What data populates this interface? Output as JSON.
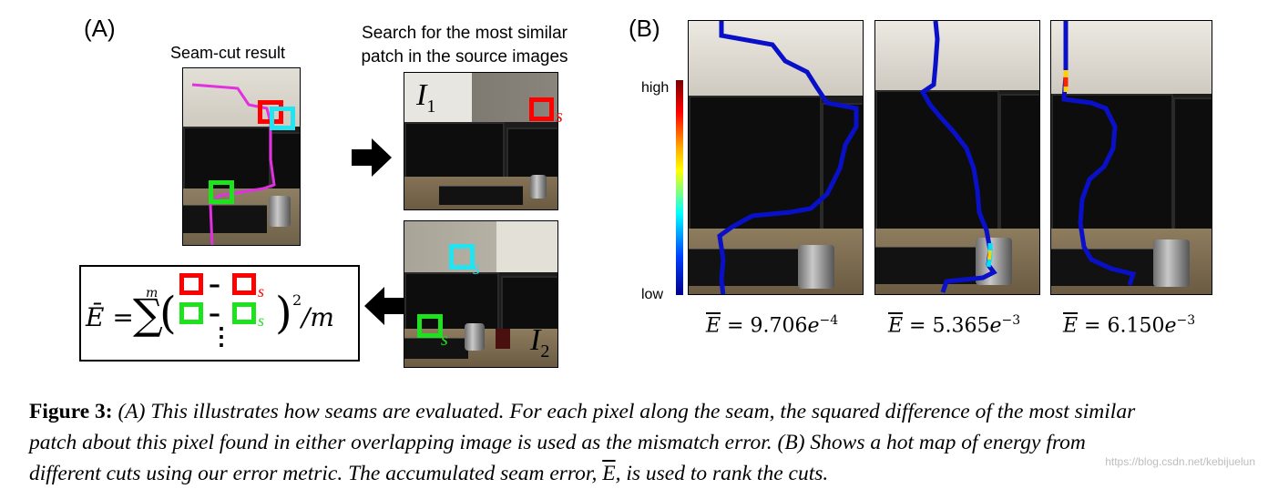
{
  "panelA": {
    "label": "(A)",
    "seam_cut_label": "Seam-cut result",
    "search_label_line1": "Search for  the most similar",
    "search_label_line2": "patch in the source images",
    "image1_label": "I",
    "image1_sub": "1",
    "image2_label": "I",
    "image2_sub": "2",
    "patch_subscript": "s",
    "formula": {
      "lhs": "Ē = ",
      "sum": "∑",
      "sum_top": "m",
      "open": "(",
      "close": ")",
      "minus": "–",
      "power": "2",
      "divide": "/m",
      "ellipsis": "⋮"
    },
    "colors": {
      "red": "#ff0000",
      "cyan": "#22e3f0",
      "green": "#1fe21f",
      "magenta": "#e030e0"
    }
  },
  "panelB": {
    "label": "(B)",
    "colorbar_high": "high",
    "colorbar_low": "low",
    "energies": [
      {
        "base": "9.706",
        "exp": "−4"
      },
      {
        "base": "5.365",
        "exp": "−3"
      },
      {
        "base": "6.150",
        "exp": "−3"
      }
    ],
    "seam_color": "#0a10c8"
  },
  "caption": {
    "bold": "Figure 3:",
    "text1": " (A) This illustrates how seams are evaluated. For each pixel along the seam, the squared difference of the most similar",
    "text2": "patch about this pixel found in either overlapping image is used as the mismatch error. (B) Shows a hot map of energy from",
    "text3_a": "different cuts using our error metric. The accumulated seam error, ",
    "text3_e": "E",
    "text3_b": ", is used to rank the cuts."
  },
  "watermark": "https://blog.csdn.net/kebijuelun"
}
